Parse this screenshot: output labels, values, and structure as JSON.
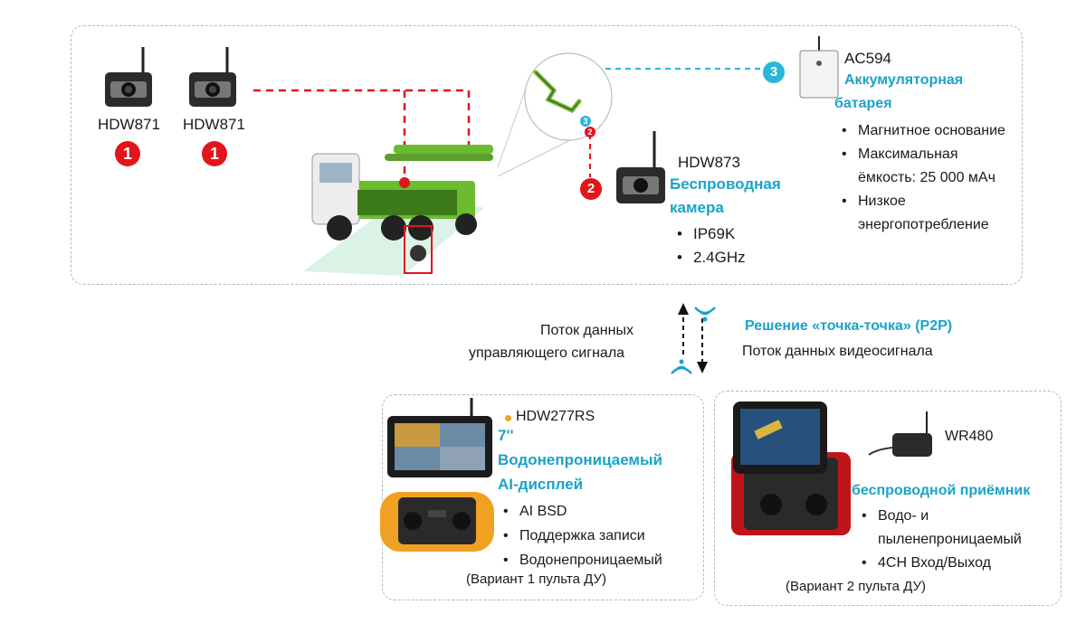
{
  "top": {
    "cam1_label": "HDW871",
    "cam2_label": "HDW871",
    "badge1": "1",
    "badge2": "1",
    "badge_red2": "2",
    "badge_cyan3": "3",
    "ac594": {
      "model": "AC594",
      "title_line1": "Аккумуляторная",
      "title_line2": "батарея",
      "bullets": [
        "Магнитное основание",
        "Максимальная",
        "ёмкость: 25 000 мАч",
        "Низкое",
        "энергопотребление"
      ]
    },
    "hdw873": {
      "model": "HDW873",
      "title_line1": "Беспроводная",
      "title_line2": "камера",
      "bullets": [
        "IP69K",
        "2.4GHz"
      ]
    }
  },
  "middle": {
    "left_line1": "Поток данных",
    "left_line2": "управляющего сигнала",
    "right_title": "Решение «точка-точка» (P2P)",
    "right_line": "Поток данных видеосигнала"
  },
  "bottom_left": {
    "model": "HDW277RS",
    "title_line1": "7''",
    "title_line2": "Водонепроницаемый",
    "title_line3": "AI-дисплей",
    "bullets": [
      "AI BSD",
      "Поддержка записи",
      "Водонепроницаемый"
    ],
    "caption": "(Вариант 1 пульта ДУ)"
  },
  "bottom_right": {
    "model": "WR480",
    "title": "беспроводной приёмник",
    "bullets": [
      "Водо- и",
      "пыленепроницаемый",
      "4CH Вход/Выход"
    ],
    "caption": "(Вариант 2 пульта ДУ)"
  },
  "colors": {
    "teal": "#1aa3c9",
    "red": "#e3141b",
    "cyan": "#2ab7d6",
    "truck_green": "#6dbb2f"
  }
}
